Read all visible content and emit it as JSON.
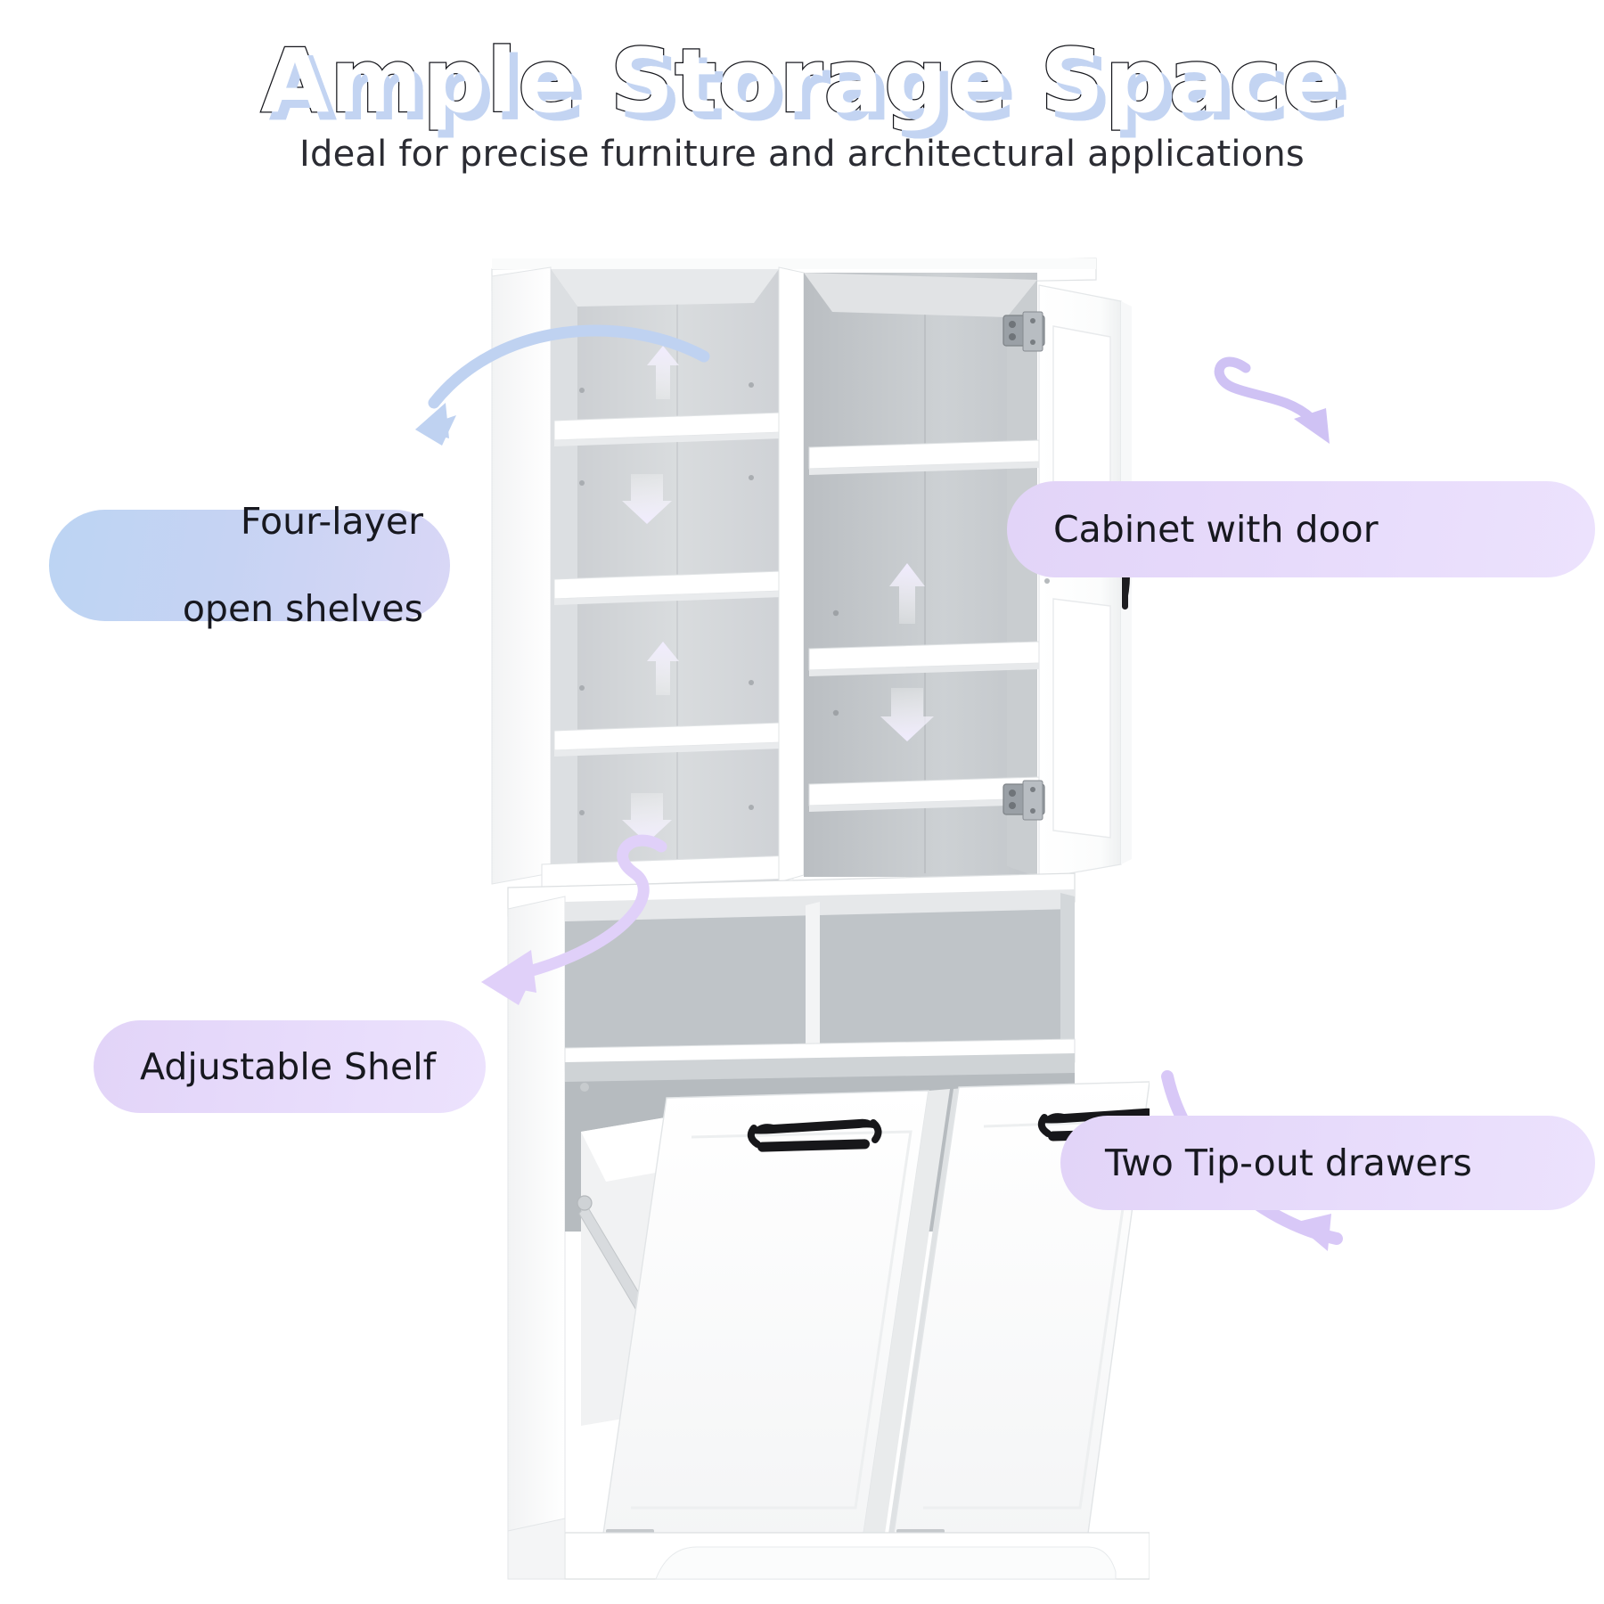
{
  "header": {
    "title": "Ample Storage Space",
    "subtitle": "Ideal for precise furniture and architectural applications",
    "title_outline_color": "#15161c",
    "title_shadow_color": "#c3d4f2",
    "subtitle_color": "#2b2c33"
  },
  "callouts": [
    {
      "id": "four-layer",
      "label": "Four-layer\nopen shelves",
      "line1": "Four-layer",
      "line2": "open shelves",
      "style": "blue",
      "bg_color": "#bcd4f3",
      "arrow_color": "#b9cdf0",
      "arrow_icon": "curved-arrow-down-right-icon"
    },
    {
      "id": "cabinet-door",
      "label": "Cabinet with door",
      "style": "purple",
      "bg_color": "#e2d4f8",
      "arrow_color": "#cfc2f4",
      "arrow_icon": "curly-loop-arrow-down-right-icon"
    },
    {
      "id": "adjustable-shelf",
      "label": "Adjustable Shelf",
      "style": "purple",
      "bg_color": "#e2d4f8",
      "arrow_color": "#e2d2fa",
      "arrow_icon": "curly-loop-arrow-down-left-icon"
    },
    {
      "id": "tip-out-drawers",
      "label": "Two Tip-out drawers",
      "style": "purple",
      "bg_color": "#e2d4f8",
      "arrow_color": "#d8c8f7",
      "arrow_icon": "curved-arrow-down-left-icon"
    }
  ],
  "product": {
    "name": "white-storage-cabinet",
    "body_color": "#ffffff",
    "interior_color": "#d4d7da",
    "shadow_color": "#b9bec2",
    "hardware_color": "#1b1b1e",
    "hinge_color": "#8f949a",
    "sections": {
      "open_shelves": {
        "name": "Four-layer open shelves",
        "count": 4,
        "adjust_arrows": [
          "up",
          "down",
          "up",
          "down"
        ]
      },
      "door_cabinet": {
        "name": "Cabinet with door",
        "shelf_count": 3,
        "hinge_count": 2,
        "handle": "bar-handle",
        "adjust_arrows": [
          "up",
          "down"
        ]
      },
      "cubbies": {
        "name": "Open cubbies",
        "count": 2
      },
      "tip_out_drawers": {
        "name": "Two Tip-out drawers",
        "count": 2,
        "handle": "bow-pull-handle"
      },
      "base": {
        "name": "Notched plinth base"
      }
    }
  }
}
